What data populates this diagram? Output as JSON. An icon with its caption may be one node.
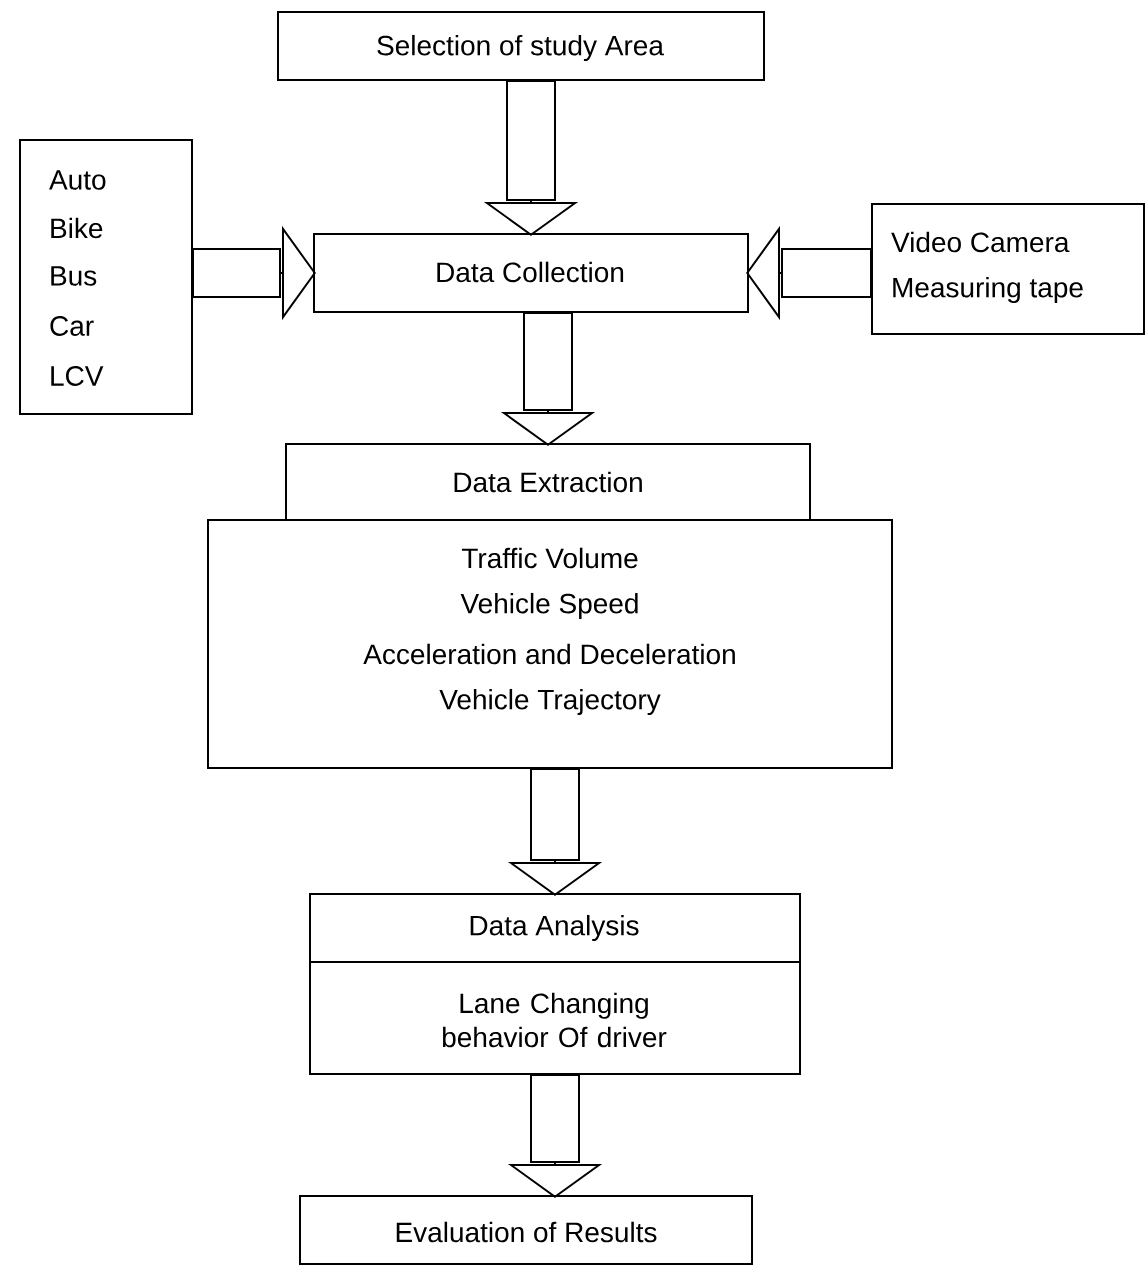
{
  "diagram": {
    "nodes": [
      {
        "text": [
          "Selection of study Area"
        ]
      },
      {
        "text": [
          "Auto",
          "Bike",
          "Bus",
          "Car",
          "LCV"
        ]
      },
      {
        "text": [
          "Data Collection"
        ]
      },
      {
        "text": [
          "Video Camera",
          "Measuring tape"
        ]
      },
      {
        "text": [
          "Data Extraction"
        ]
      },
      {
        "text": [
          "Traffic Volume",
          "Vehicle Speed",
          "Acceleration and Deceleration",
          "Vehicle Trajectory"
        ]
      },
      {
        "text": [
          "Data Analysis",
          "Lane Changing behavior Of driver"
        ]
      },
      {
        "text": [
          "Evaluation of Results"
        ]
      }
    ],
    "edges": [
      {
        "from": 0,
        "to": 2,
        "arrow": "to"
      },
      {
        "from": 1,
        "to": 2,
        "arrow": "to"
      },
      {
        "from": 3,
        "to": 2,
        "arrow": "to"
      },
      {
        "from": 2,
        "to": 4,
        "arrow": "to"
      },
      {
        "from": 5,
        "to": 6,
        "arrow": "to"
      },
      {
        "from": 6,
        "to": 7,
        "arrow": "to"
      }
    ]
  }
}
